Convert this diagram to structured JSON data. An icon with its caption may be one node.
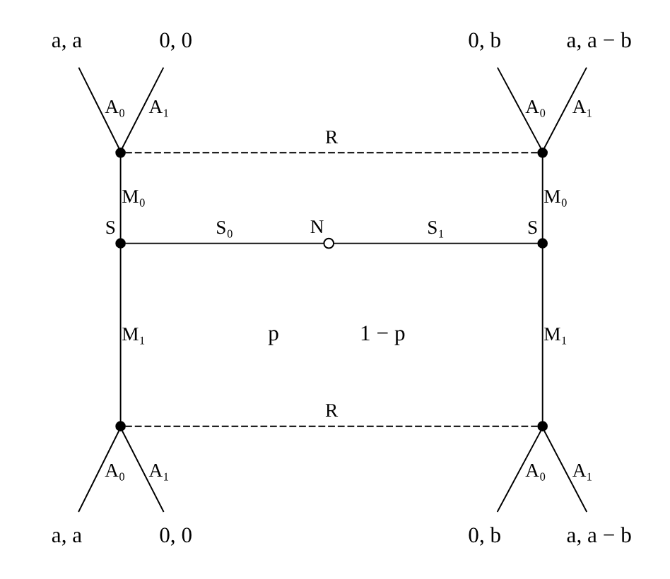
{
  "diagram": {
    "nodes": [
      {
        "text": [
          "N"
        ]
      },
      {
        "text": [
          "S"
        ]
      },
      {
        "text": [
          "S"
        ]
      },
      {
        "text": [],
        "shape": "circle"
      },
      {
        "text": [],
        "shape": "circle"
      },
      {
        "text": [],
        "shape": "circle"
      },
      {
        "text": [],
        "shape": "circle"
      },
      {
        "text": [
          "a, a"
        ]
      },
      {
        "text": [
          "0, 0"
        ]
      },
      {
        "text": [
          "0, b"
        ]
      },
      {
        "text": [
          "a, a − b"
        ]
      },
      {
        "text": [
          "a, a"
        ]
      },
      {
        "text": [
          "0, 0"
        ]
      },
      {
        "text": [
          "0, b"
        ]
      },
      {
        "text": [
          "a, a − b"
        ]
      }
    ],
    "edges": [
      {
        "from": 0,
        "to": 1,
        "arrow": "none",
        "label": "S₀"
      },
      {
        "from": 0,
        "to": 2,
        "arrow": "none",
        "label": "S₁"
      },
      {
        "from": 1,
        "to": 3,
        "arrow": "none",
        "label": "M₀"
      },
      {
        "from": 1,
        "to": 4,
        "arrow": "none",
        "label": "M₁"
      },
      {
        "from": 2,
        "to": 5,
        "arrow": "none",
        "label": "M₀"
      },
      {
        "from": 2,
        "to": 6,
        "arrow": "none",
        "label": "M₁"
      },
      {
        "from": 3,
        "to": 5,
        "arrow": "none",
        "label": "R",
        "style": "dashed"
      },
      {
        "from": 4,
        "to": 6,
        "arrow": "none",
        "label": "R",
        "style": "dashed"
      },
      {
        "from": 3,
        "to": 7,
        "arrow": "none",
        "label": "A₀"
      },
      {
        "from": 3,
        "to": 8,
        "arrow": "none",
        "label": "A₁"
      },
      {
        "from": 5,
        "to": 9,
        "arrow": "none",
        "label": "A₀"
      },
      {
        "from": 5,
        "to": 10,
        "arrow": "none",
        "label": "A₁"
      },
      {
        "from": 4,
        "to": 11,
        "arrow": "none",
        "label": "A₀"
      },
      {
        "from": 4,
        "to": 12,
        "arrow": "none",
        "label": "A₁"
      },
      {
        "from": 6,
        "to": 13,
        "arrow": "none",
        "label": "A₀"
      },
      {
        "from": 6,
        "to": 14,
        "arrow": "none",
        "label": "A₁"
      }
    ],
    "labels": [
      "p",
      "1 − p"
    ]
  }
}
